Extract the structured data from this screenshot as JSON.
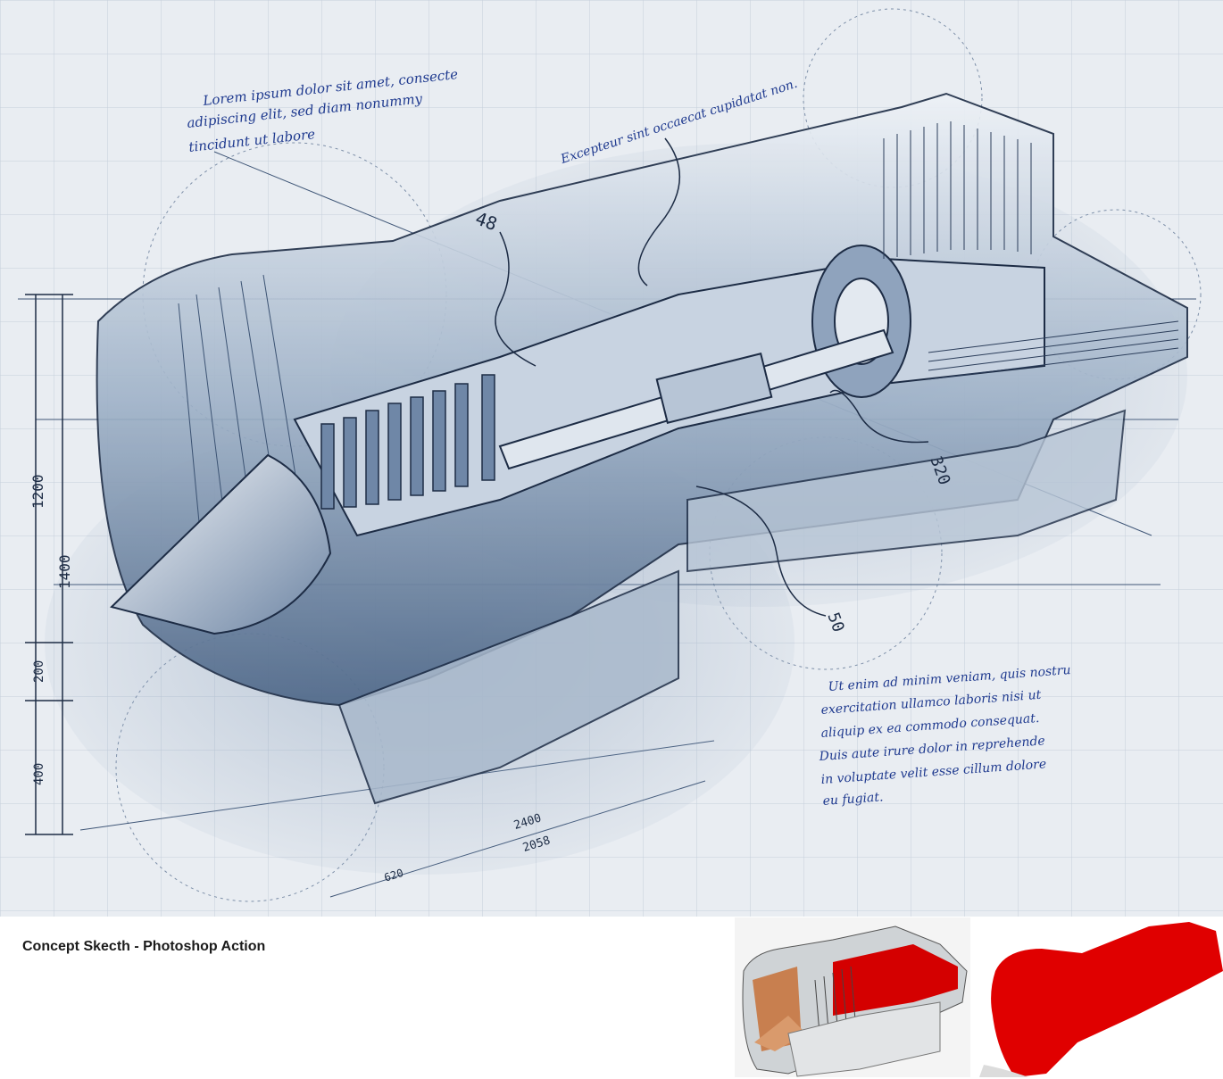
{
  "caption": "Concept Skecth - Photoshop Action",
  "sketch": {
    "note_top_left": [
      "Lorem ipsum dolor sit amet, consecte",
      "adipiscing elit, sed diam nonummy",
      "tincidunt ut labore"
    ],
    "note_top": "Excepteur sint occaecat cupidatat non.",
    "note_bottom_right": [
      "Ut enim ad minim veniam, quis nostru",
      "exercitation ullamco laboris nisi ut",
      "aliquip ex ea commodo consequat.",
      "Duis aute irure dolor in reprehende",
      "in voluptate velit esse cillum dolore",
      "eu fugiat."
    ],
    "callouts": [
      "48",
      "320",
      "50"
    ],
    "dimensions": [
      "1200",
      "1400",
      "200",
      "400",
      "2400",
      "2058",
      "620"
    ]
  },
  "colors": {
    "paper": "#e9edf2",
    "ink": "#1d2c45",
    "wash": "#5a7394",
    "annotation": "#1f3a8f",
    "render_copper": "#c87f4f",
    "render_red": "#d40000",
    "mask_red": "#e00000"
  }
}
